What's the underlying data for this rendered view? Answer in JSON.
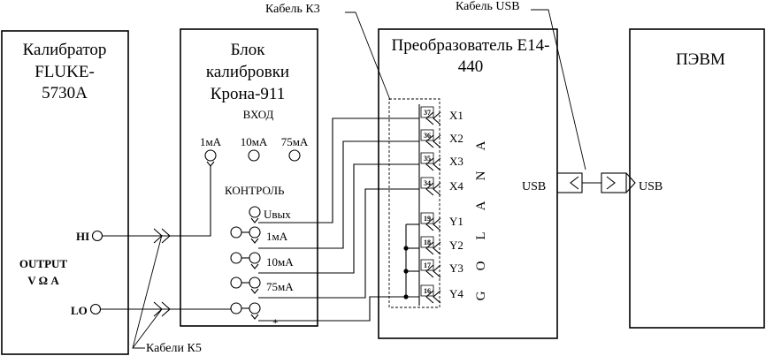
{
  "callouts": {
    "cable_k3": "Кабель К3",
    "cable_usb": "Кабель USB",
    "cables_k5": "Кабели К5"
  },
  "calibrator": {
    "title_line1": "Калибратор",
    "title_line2": "FLUKE-",
    "title_line3": "5730A",
    "hi_label": "HI",
    "lo_label": "LO",
    "output_line1": "OUTPUT",
    "output_line2": "V Ω A"
  },
  "block": {
    "title_line1": "Блок",
    "title_line2": "калибровки",
    "title_line3": "Крона-911",
    "input_label": "ВХОД",
    "ranges": [
      "1мА",
      "10мА",
      "75мА"
    ],
    "control_label": "КОНТРОЛЬ",
    "outputs": [
      "Uвых",
      "1мА",
      "10мА",
      "75мА",
      "*"
    ]
  },
  "converter": {
    "title_line1": "Преобразователь Е14-",
    "title_line2": "440",
    "analog_letters": [
      "A",
      "N",
      "A",
      "L",
      "O",
      "G"
    ],
    "usb_label": "USB",
    "pins": [
      {
        "num": "37",
        "label": "X1"
      },
      {
        "num": "36",
        "label": "X2"
      },
      {
        "num": "35",
        "label": "X3"
      },
      {
        "num": "34",
        "label": "X4"
      },
      {
        "num": "19",
        "label": "Y1"
      },
      {
        "num": "18",
        "label": "Y2"
      },
      {
        "num": "17",
        "label": "Y3"
      },
      {
        "num": "16",
        "label": "Y4"
      }
    ]
  },
  "pc": {
    "title": "ПЭВМ",
    "usb_label": "USB"
  }
}
